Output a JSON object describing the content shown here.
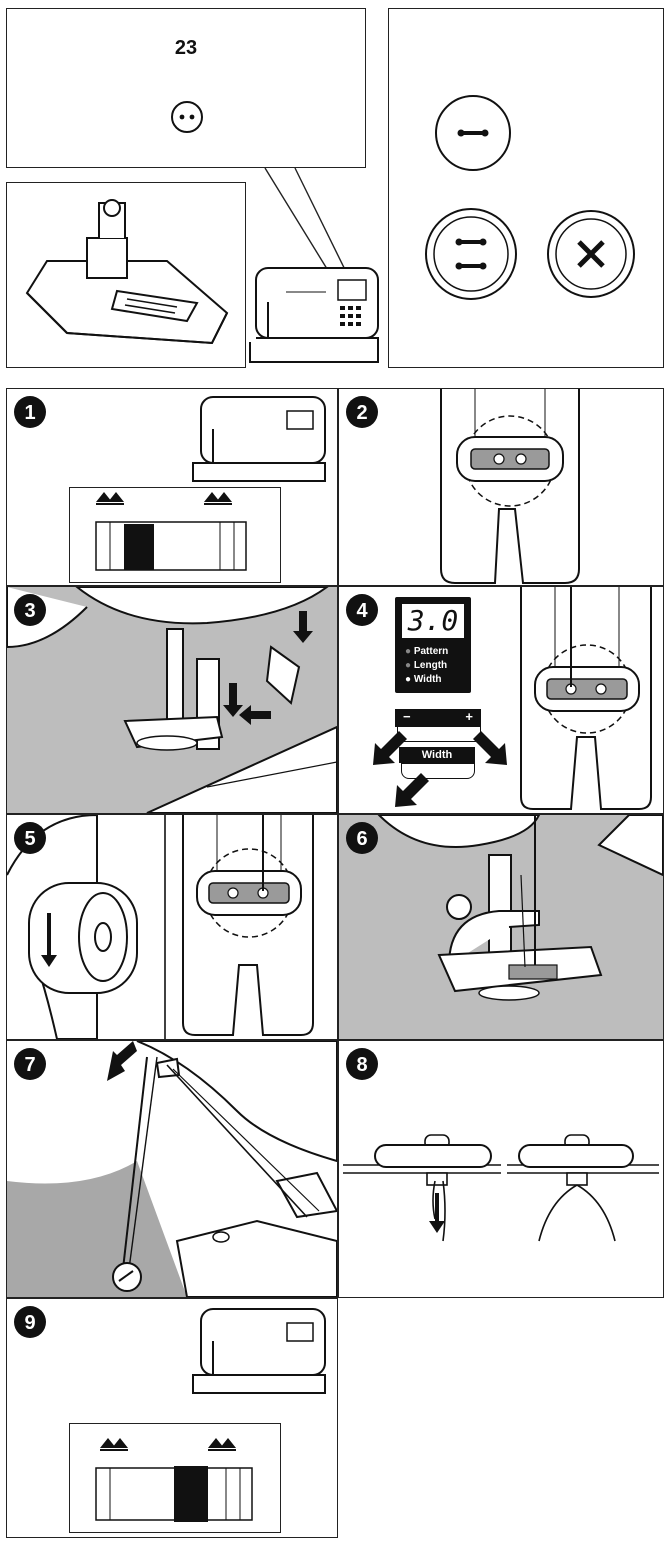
{
  "top": {
    "pattern_number": "23"
  },
  "steps": [
    {
      "num": "1"
    },
    {
      "num": "2"
    },
    {
      "num": "3"
    },
    {
      "num": "4",
      "display_value": "3.0",
      "menu": [
        "Pattern",
        "Length",
        "Width"
      ],
      "minus": "−",
      "plus": "+",
      "width_button": "Width"
    },
    {
      "num": "5"
    },
    {
      "num": "6"
    },
    {
      "num": "7"
    },
    {
      "num": "8"
    },
    {
      "num": "9"
    }
  ]
}
